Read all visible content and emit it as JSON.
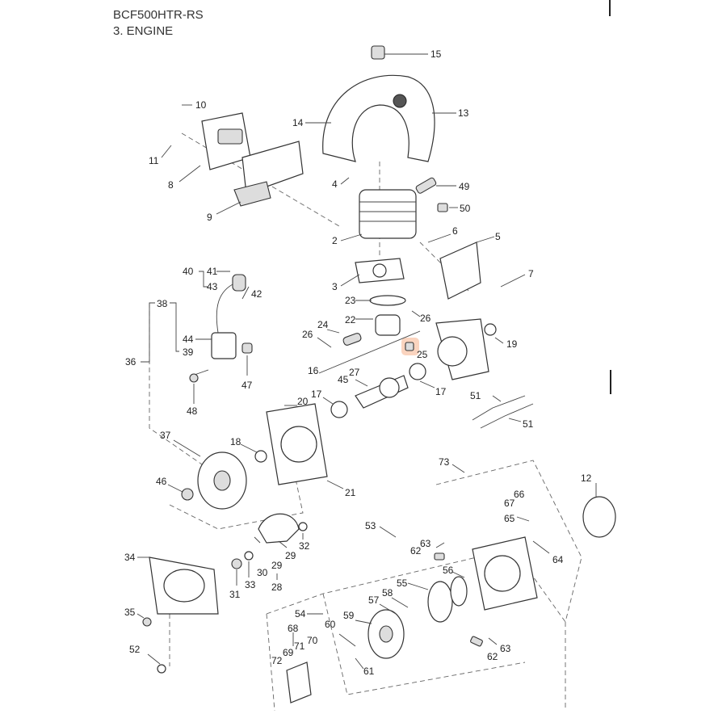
{
  "header": {
    "model": "BCF500HTR-RS",
    "section": "3. ENGINE"
  },
  "callouts": {
    "c1": "15",
    "c2": "13",
    "c3": "14",
    "c4": "10",
    "c5": "11",
    "c6": "8",
    "c7": "4",
    "c8": "49",
    "c9": "50",
    "c10": "9",
    "c11": "2",
    "c12": "6",
    "c13": "5",
    "c14": "3",
    "c15": "7",
    "c16": "40",
    "c17": "41",
    "c18": "43",
    "c19": "42",
    "c20": "38",
    "c21": "23",
    "c22": "22",
    "c23": "26",
    "c24": "24",
    "c25": "26",
    "c26": "19",
    "c27": "36",
    "c28": "44",
    "c29": "39",
    "c30": "47",
    "c31": "16",
    "c32": "25",
    "c33": "27",
    "c34": "45",
    "c35": "17",
    "c36": "17",
    "c37": "48",
    "c38": "20",
    "c39": "51",
    "c40": "51",
    "c41": "37",
    "c42": "18",
    "c43": "46",
    "c44": "21",
    "c45": "73",
    "c46": "12",
    "c47": "66",
    "c48": "67",
    "c49": "65",
    "c50": "53",
    "c51": "32",
    "c52": "30",
    "c53": "29",
    "c54": "29",
    "c55": "33",
    "c56": "28",
    "c57": "31",
    "c58": "34",
    "c59": "63",
    "c60": "62",
    "c61": "64",
    "c62": "56",
    "c63": "55",
    "c64": "58",
    "c65": "57",
    "c66": "54",
    "c67": "59",
    "c68": "60",
    "c69": "35",
    "c70": "68",
    "c71": "69",
    "c72": "71",
    "c73": "70",
    "c74": "72",
    "c75": "63",
    "c76": "62",
    "c77": "61",
    "c78": "52"
  },
  "highlight_color": "#f5b08a"
}
